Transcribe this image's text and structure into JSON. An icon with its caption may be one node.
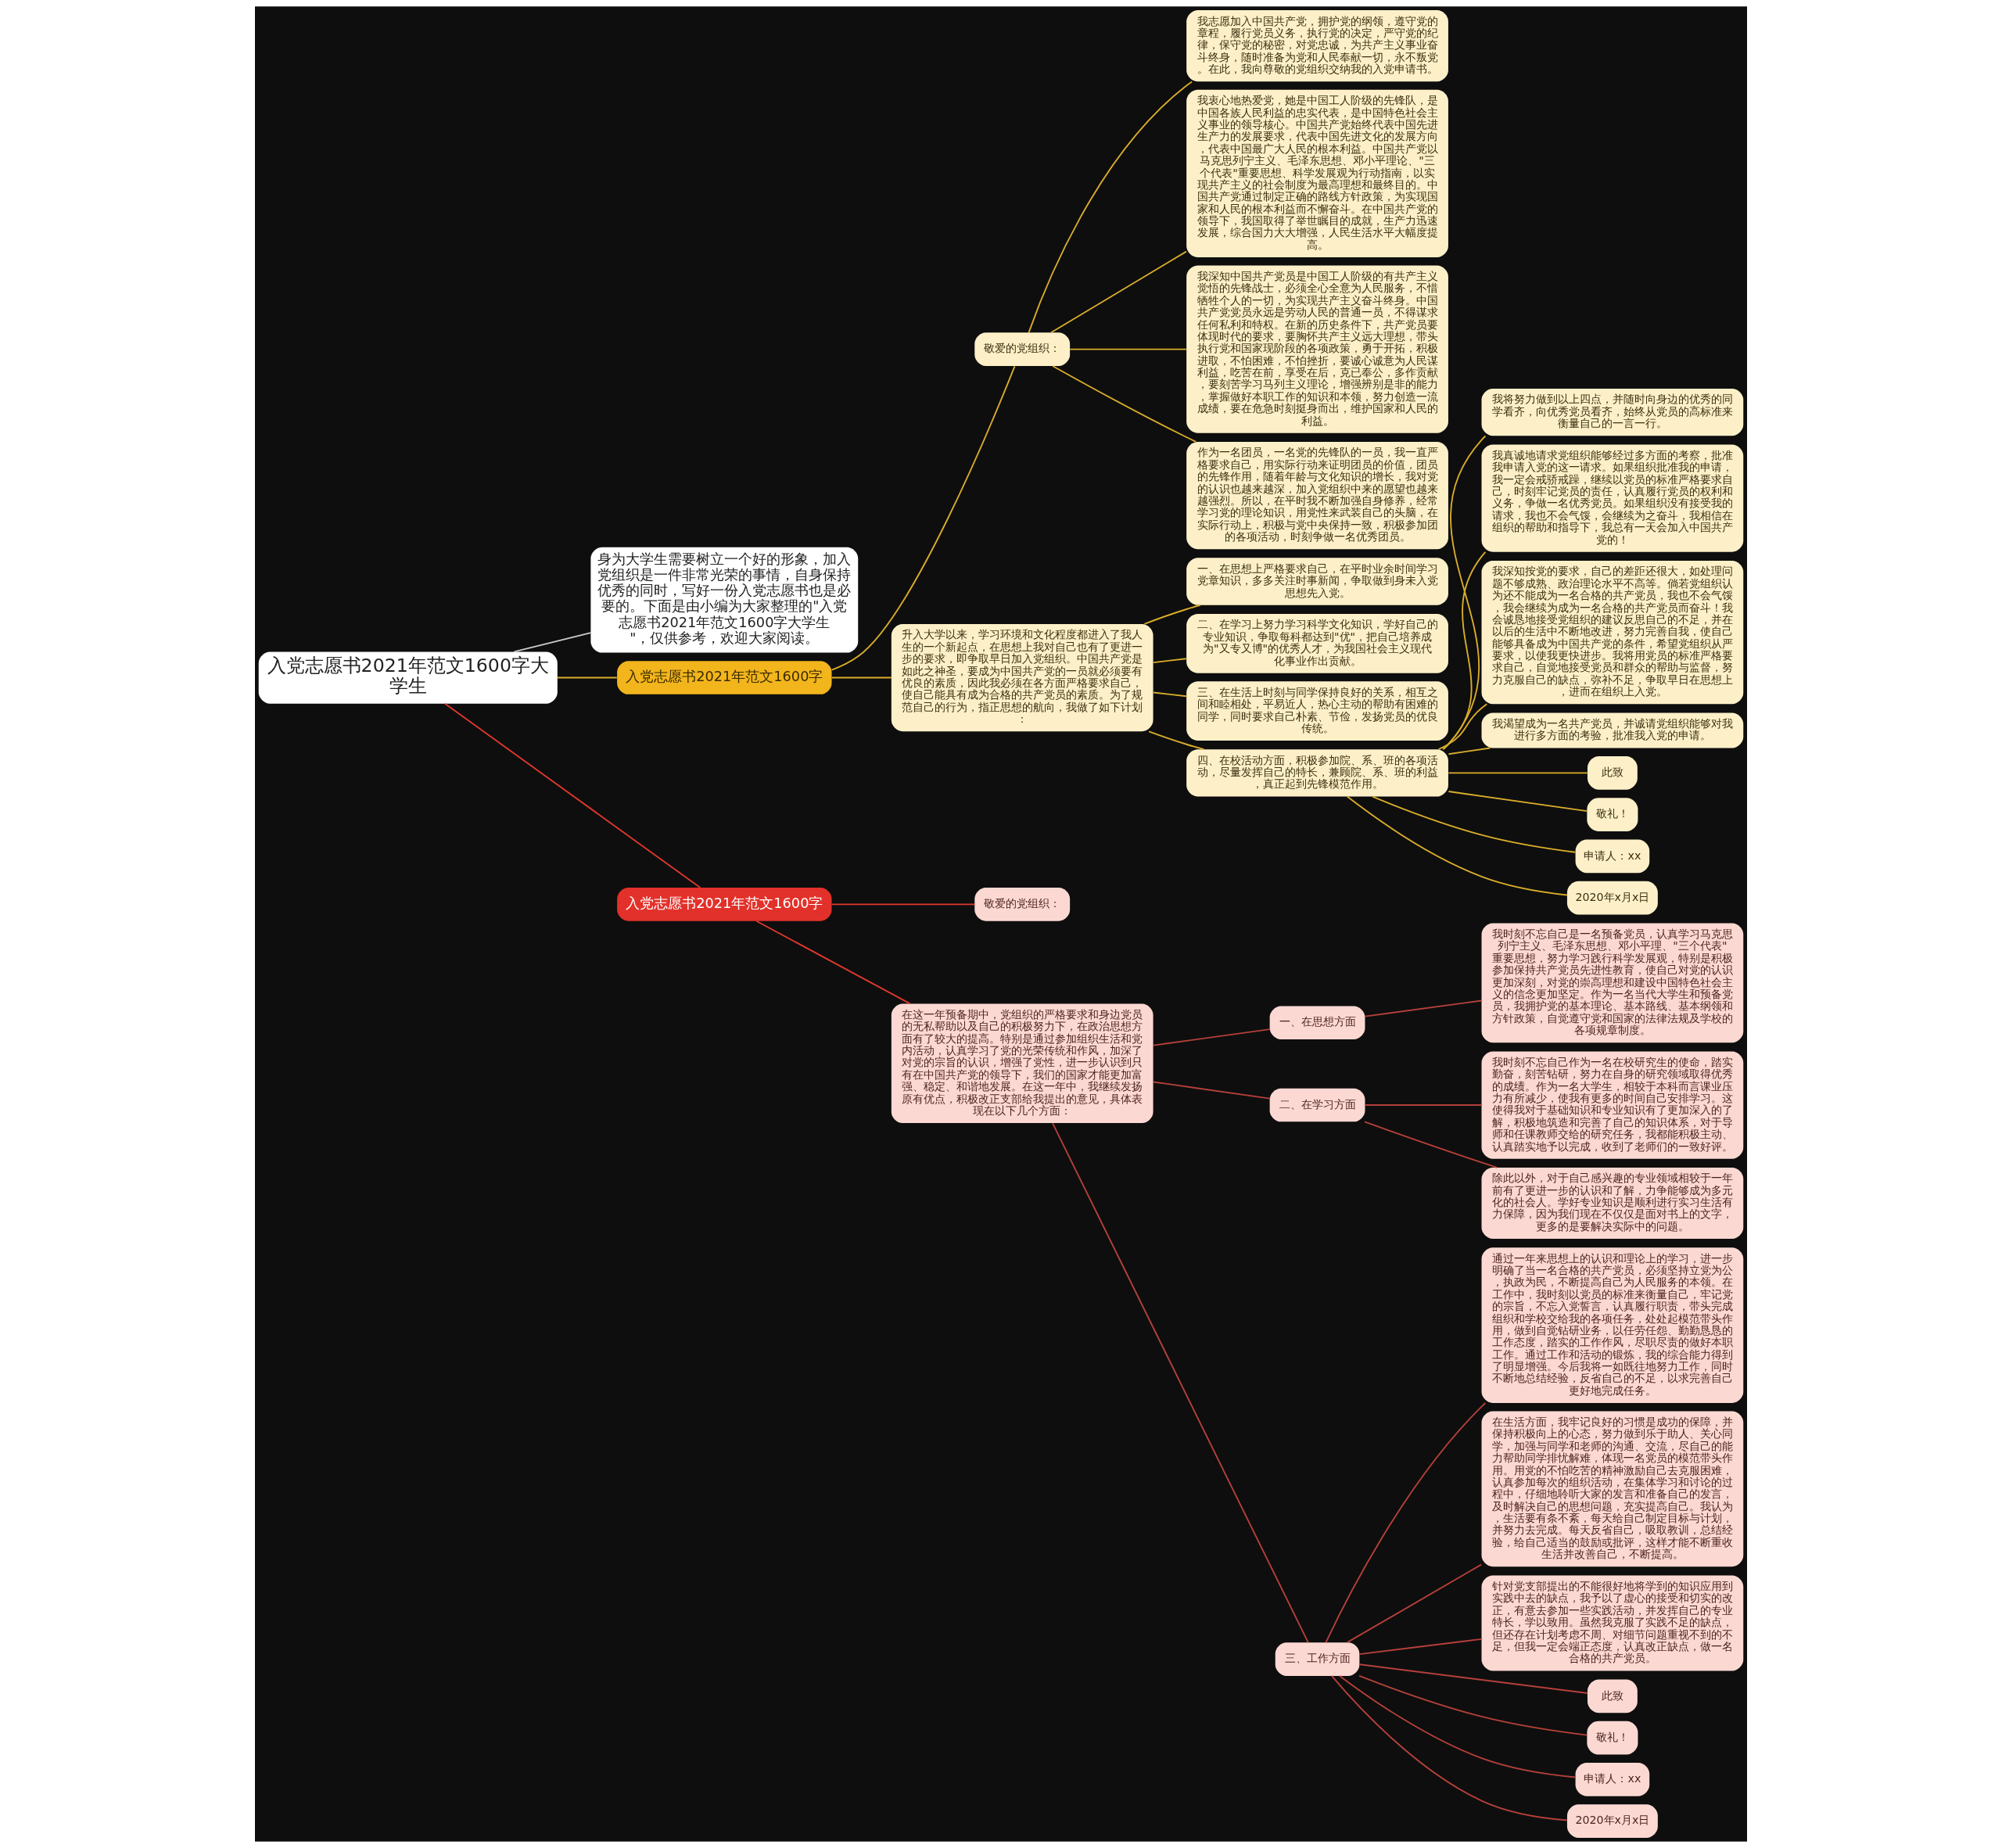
{
  "diagram": {
    "nodes": [
      {
        "text": [
          "入党志愿书2021年范文1600字大学生"
        ]
      },
      {
        "text": [
          "身为大学生需要树立一个好的形象，加入党组织是一件非常光荣的事情，自身保持优秀的同时，写好一份入党志愿书也是必要的。下面是由小编为大家整理的\"入党志愿书2021年范文1600字大学生\"，仅供参考，欢迎大家阅读。"
        ]
      },
      {
        "text": [
          "入党志愿书2021年范文1600字"
        ]
      },
      {
        "text": [
          "敬爱的党组织："
        ]
      },
      {
        "text": [
          "我志愿加入中国共产党，拥护党的纲领，遵守党的章程，履行党员义务，执行党的决定，严守党的纪律，保守党的秘密，对党忠诚，为共产主义事业奋斗终身，随时准备为党和人民奉献一切，永不叛党。在此，我向尊敬的党组织交纳我的入党申请书。"
        ]
      },
      {
        "text": [
          "我衷心地热爱党，她是中国工人阶级的先锋队，是中国各族人民利益的忠实代表，是中国特色社会主义事业的领导核心。中国共产党始终代表中国先进生产力的发展要求，代表中国先进文化的发展方向，代表中国最广大人民的根本利益。中国共产党以马克思列宁主义、毛泽东思想、邓小平理论、\"三个代表\"重要思想、科学发展观为行动指南，以实现共产主义的社会制度为最高理想和最终目的。中国共产党通过制定正确的路线方针政策，为实现国家和人民的根本利益而不懈奋斗。在中国共产党的领导下，我国取得了举世瞩目的成就，生产力迅速发展，综合国力大大增强，人民生活水平大幅度提高。"
        ]
      },
      {
        "text": [
          "我深知中国共产党员是中国工人阶级的有共产主义觉悟的先锋战士，必须全心全意为人民服务，不惜牺牲个人的一切，为实现共产主义奋斗终身。中国共产党党员永远是劳动人民的普通一员，不得谋求任何私利和特权。在新的历史条件下，共产党员要体现时代的要求，要胸怀共产主义远大理想，带头执行党和国家现阶段的各项政策，勇于开拓，积极进取，不怕困难，不怕挫折，要诚心诚意为人民谋利益，吃苦在前，享受在后，克已奉公，多作贡献，要刻苦学习马列主义理论，增强辨别是非的能力，掌握做好本职工作的知识和本领，努力创造一流成绩，要在危急时刻挺身而出，维护国家和人民的利益。"
        ]
      },
      {
        "text": [
          "作为一名团员，一名党的先锋队的一员，我一直严格要求自己，用实际行动来证明团员的价值，团员的先锋作用，随着年龄与文化知识的增长，我对党的认识也越来越深，加入党组织中来的愿望也越来越强烈。所以，在平时我不断加强自身修养，经常学习党的理论知识，用党性来武装自己的头脑，在实际行动上，积极与党中央保持一致，积极参加团的各项活动，时刻争做一名优秀团员。"
        ]
      },
      {
        "text": [
          "升入大学以来，学习环境和文化程度都进入了我人生的一个新起点，在思想上我对自己也有了更进一步的要求，即争取早日加入党组织。中国共产党是如此之神圣，要成为中国共产党的一员就必须要有优良的素质，因此我必须在各方面严格要求自己，使自己能具有成为合格的共产党员的素质。为了规范自己的行为，指正思想的航向，我做了如下计划："
        ]
      },
      {
        "text": [
          "一、在思想上严格要求自己，在平时业余时间学习党章知识，多多关注时事新闻，争取做到身未入党思想先入党。"
        ]
      },
      {
        "text": [
          "二、在学习上努力学习科学文化知识，学好自己的专业知识，争取每科都达到\"优\"，把自己培养成为\"又专又博\"的优秀人才，为我国社会主义现代化事业作出贡献。"
        ]
      },
      {
        "text": [
          "三、在生活上时刻与同学保持良好的关系，相互之间和睦相处，平易近人，热心主动的帮助有困难的同学，同时要求自己朴素、节俭，发扬党员的优良传统。"
        ]
      },
      {
        "text": [
          "四、在校活动方面，积极参加院、系、班的各项活动，尽量发挥自己的特长，兼顾院、系、班的利益，真正起到先锋模范作用。"
        ]
      },
      {
        "text": [
          "我将努力做到以上四点，并随时向身边的优秀的同学看齐，向优秀党员看齐，始终从党员的高标准来衡量自己的一言一行。"
        ]
      },
      {
        "text": [
          "我真诚地请求党组织能够经过多方面的考察，批准我申请入党的这一请求。如果组织批准我的申请，我一定会戒骄戒躁，继续以党员的标准严格要求自己，时刻牢记党员的责任，认真履行党员的权利和义务，争做一名优秀党员。如果组织没有接受我的请求，我也不会气馁，会继续为之奋斗，我相信在组织的帮助和指导下，我总有一天会加入中国共产党的！"
        ]
      },
      {
        "text": [
          "我深知按党的要求，自己的差距还很大，如处理问题不够成熟、政治理论水平不高等。倘若党组织认为还不能成为一名合格的共产党员，我也不会气馁，我会继续为成为一名合格的共产党员而奋斗！我会诚恳地接受党组织的建议反思自己的不足，并在以后的生活中不断地改进，努力完善自我，使自己能够具备成为中国共产党的条件，希望党组织从严要求，以使我更快进步。我将用党员的标准严格要求自己，自觉地接受党员和群众的帮助与监督，努力克服自己的缺点，弥补不足，争取早日在思想上，进而在组织上入党。"
        ]
      },
      {
        "text": [
          "我渴望成为一名共产党员，并诚请党组织能够对我进行多方面的考验，批准我入党的申请。"
        ]
      },
      {
        "text": [
          "此致"
        ]
      },
      {
        "text": [
          "敬礼！"
        ]
      },
      {
        "text": [
          "申请人：xx"
        ]
      },
      {
        "text": [
          "2020年x月x日"
        ]
      },
      {
        "text": [
          "入党志愿书2021年范文1600字"
        ]
      },
      {
        "text": [
          "敬爱的党组织："
        ]
      },
      {
        "text": [
          "在这一年预备期中，党组织的严格要求和身边党员的无私帮助以及自己的积极努力下，在政治思想方面有了较大的提高。特别是通过参加组织生活和党内活动，认真学习了党的光荣传统和作风，加深了对党的宗旨的认识，增强了党性，进一步认识到只有在中国共产党的领导下，我们的国家才能更加富强、稳定、和谐地发展。在这一年中，我继续发扬原有优点，积极改正支部给我提出的意见，具体表现在以下几个方面："
        ]
      },
      {
        "text": [
          "一、在思想方面"
        ]
      },
      {
        "text": [
          "我时刻不忘自己是一名预备党员，认真学习马克思列宁主义、毛泽东思想、邓小平理、\"三个代表\"重要思想，努力学习践行科学发展观，特别是积极参加保持共产党员先进性教育，使自己对党的认识更加深刻，对党的崇高理想和建设中国特色社会主义的信念更加坚定。作为一名当代大学生和预备党员，我拥护党的基本理论、基本路线、基本纲领和方针政策，自觉遵守党和国家的法律法规及学校的各项规章制度。"
        ]
      },
      {
        "text": [
          "二、在学习方面"
        ]
      },
      {
        "text": [
          "我时刻不忘自己作为一名在校研究生的使命，踏实勤奋，刻苦钻研，努力在自身的研究领域取得优秀的成绩。作为一名大学生，相较于本科而言课业压力有所减少，使我有更多的时间自己安排学习。这使得我对于基础知识和专业知识有了更加深入的了解，积极地筑造和完善了自己的知识体系，对于导师和任课教师交给的研究任务，我都能积极主动、认真踏实地予以完成，收到了老师们的一致好评。"
        ]
      },
      {
        "text": [
          "除此以外，对于自己感兴趣的专业领域相较于一年前有了更进一步的认识和了解，力争能够成为多元化的社会人。学好专业知识是顺利进行实习生活有力保障，因为我们现在不仅仅是面对书上的文字，更多的是要解决实际中的问题。"
        ]
      },
      {
        "text": [
          "三、工作方面"
        ]
      },
      {
        "text": [
          "通过一年来思想上的认识和理论上的学习，进一步明确了当一名合格的共产党员，必须坚持立党为公，执政为民，不断提高自己为人民服务的本领。在工作中，我时刻以党员的标准来衡量自己，牢记党的宗旨，不忘入党誓言，认真履行职责，带头完成组织和学校交给我的各项任务，处处起模范带头作用，做到自觉钻研业务，以任劳任怨、勤勤恳恳的工作态度，踏实的工作作风，尽职尽责的做好本职工作。通过工作和活动的锻炼，我的综合能力得到了明显增强。今后我将一如既往地努力工作，同时不断地总结经验，反省自己的不足，以求完善自己更好地完成任务。"
        ]
      },
      {
        "text": [
          "在生活方面，我牢记良好的习惯是成功的保障，并保持积极向上的心态，努力做到乐于助人、关心同学，加强与同学和老师的沟通、交流，尽自己的能力帮助同学排忧解难，体现一名党员的模范带头作用。用党的不怕吃苦的精神激励自己去克服困难，认真参加每次的组织活动，在集体学习和讨论的过程中，仔细地聆听大家的发言和准备自己的发言，及时解决自己的思想问题，充实提高自己。我认为，生活要有条不紊，每天给自己制定目标与计划，并努力去完成。每天反省自己，吸取教训，总结经验，给自己适当的鼓励或批评，这样才能不断重收生活并改善自己，不断提高。"
        ]
      },
      {
        "text": [
          "针对党支部提出的不能很好地将学到的知识应用到实践中去的缺点，我予以了虚心的接受和切实的改正，有意去参加一些实践活动，并发挥自己的专业特长，学以致用。虽然我克服了实践不足的缺点，但还存在计划考虑不周、对细节问题重视不到的不足，但我一定会端正态度，认真改正缺点，做一名合格的共产党员。"
        ]
      },
      {
        "text": [
          "此致"
        ]
      },
      {
        "text": [
          "敬礼！"
        ]
      },
      {
        "text": [
          "申请人：xx"
        ]
      },
      {
        "text": [
          "2020年x月x日"
        ]
      }
    ],
    "edges": [
      {
        "from": 0,
        "to": 1,
        "arrow": "none",
        "color": "#cccccc"
      },
      {
        "from": 0,
        "to": 2,
        "arrow": "none"
      },
      {
        "from": 2,
        "to": 3,
        "arrow": "none"
      },
      {
        "from": 3,
        "to": 4,
        "arrow": "none"
      },
      {
        "from": 3,
        "to": 5,
        "arrow": "none"
      },
      {
        "from": 3,
        "to": 6,
        "arrow": "none"
      },
      {
        "from": 3,
        "to": 7,
        "arrow": "none"
      },
      {
        "from": 2,
        "to": 8,
        "arrow": "none"
      },
      {
        "from": 8,
        "to": 9,
        "arrow": "none"
      },
      {
        "from": 8,
        "to": 10,
        "arrow": "none"
      },
      {
        "from": 8,
        "to": 11,
        "arrow": "none"
      },
      {
        "from": 8,
        "to": 12,
        "arrow": "none"
      },
      {
        "from": 12,
        "to": 13,
        "arrow": "none"
      },
      {
        "from": 12,
        "to": 14,
        "arrow": "none"
      },
      {
        "from": 12,
        "to": 15,
        "arrow": "none"
      },
      {
        "from": 12,
        "to": 16,
        "arrow": "none"
      },
      {
        "from": 12,
        "to": 17,
        "arrow": "none"
      },
      {
        "from": 12,
        "to": 18,
        "arrow": "none"
      },
      {
        "from": 12,
        "to": 19,
        "arrow": "none"
      },
      {
        "from": 12,
        "to": 20,
        "arrow": "none"
      },
      {
        "from": 0,
        "to": 21,
        "arrow": "none",
        "color": "#e0392c"
      },
      {
        "from": 21,
        "to": 22,
        "arrow": "none",
        "color": "#e0392c"
      },
      {
        "from": 21,
        "to": 23,
        "arrow": "none",
        "color": "#e0392c"
      },
      {
        "from": 23,
        "to": 24,
        "arrow": "none",
        "color": "#b5403a"
      },
      {
        "from": 24,
        "to": 25,
        "arrow": "none",
        "color": "#b5403a"
      },
      {
        "from": 23,
        "to": 26,
        "arrow": "none",
        "color": "#b5403a"
      },
      {
        "from": 26,
        "to": 27,
        "arrow": "none",
        "color": "#b5403a"
      },
      {
        "from": 26,
        "to": 28,
        "arrow": "none",
        "color": "#b5403a"
      },
      {
        "from": 23,
        "to": 29,
        "arrow": "none",
        "color": "#b5403a"
      },
      {
        "from": 29,
        "to": 30,
        "arrow": "none",
        "color": "#b5403a"
      },
      {
        "from": 29,
        "to": 31,
        "arrow": "none",
        "color": "#b5403a"
      },
      {
        "from": 29,
        "to": 32,
        "arrow": "none",
        "color": "#b5403a"
      },
      {
        "from": 29,
        "to": 33,
        "arrow": "none",
        "color": "#b5403a"
      },
      {
        "from": 29,
        "to": 34,
        "arrow": "none",
        "color": "#b5403a"
      },
      {
        "from": 29,
        "to": 35,
        "arrow": "none",
        "color": "#b5403a"
      },
      {
        "from": 29,
        "to": 36,
        "arrow": "none",
        "color": "#b5403a"
      }
    ]
  }
}
